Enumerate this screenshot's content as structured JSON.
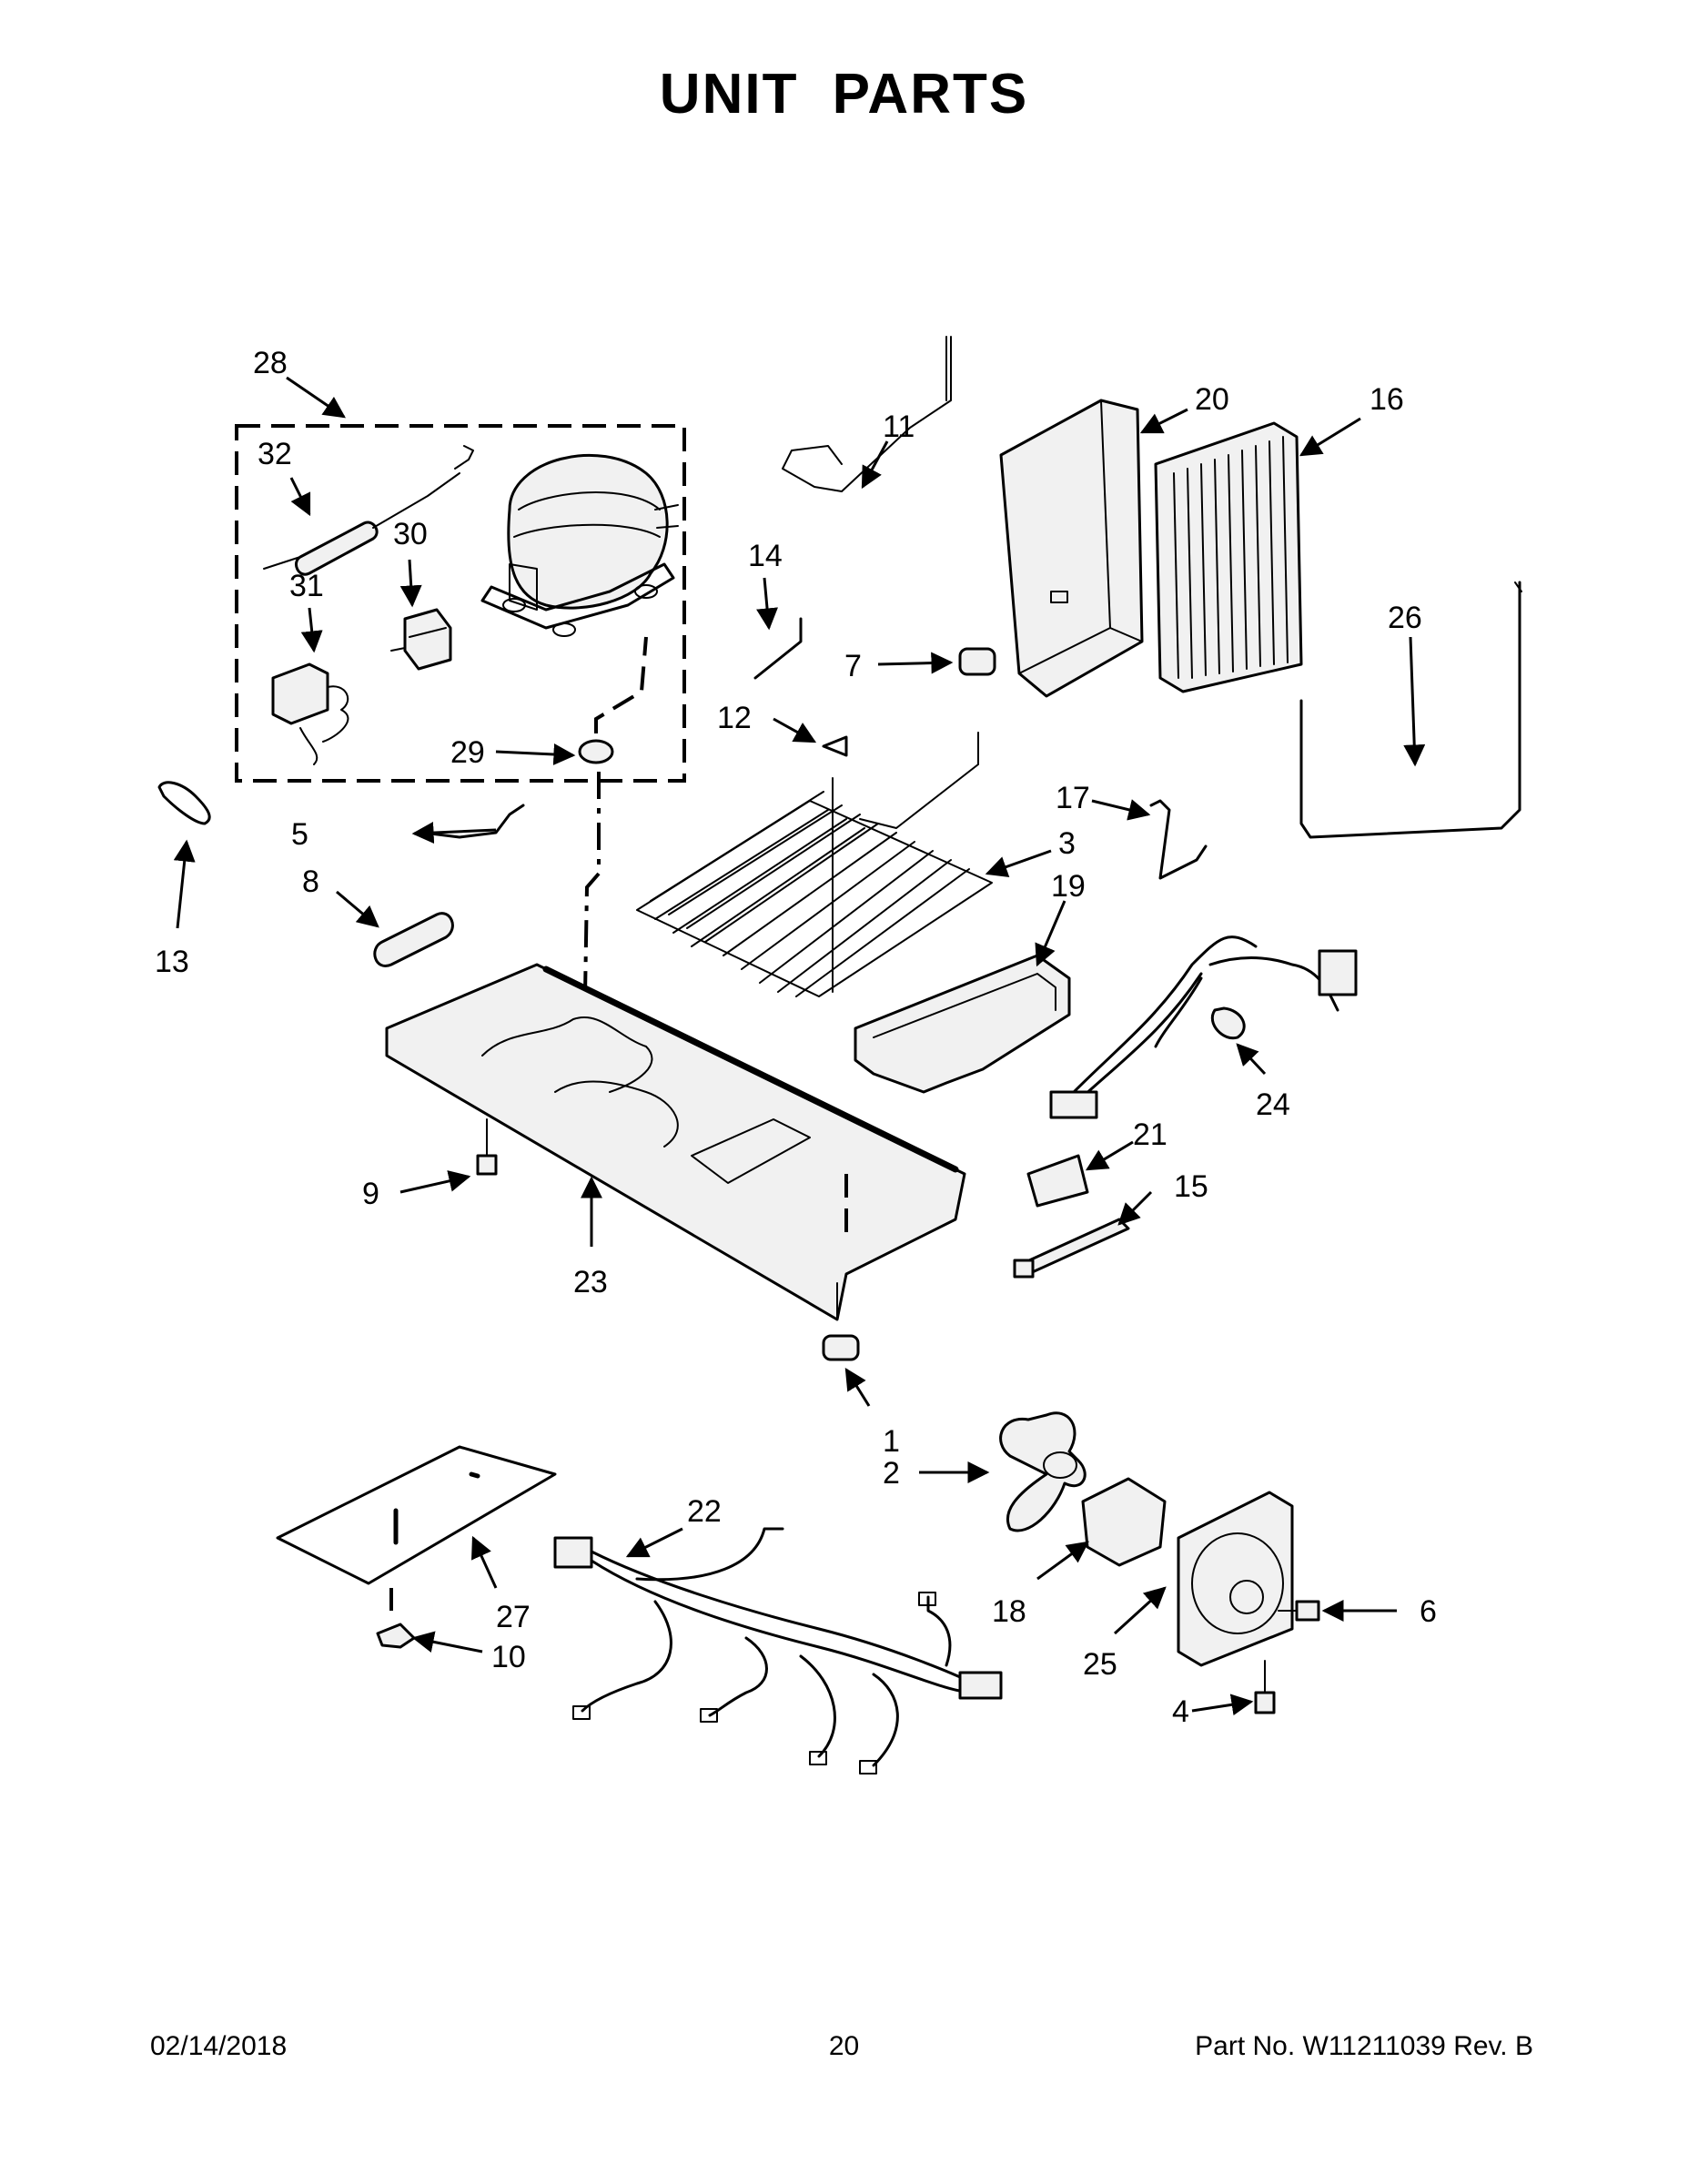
{
  "title": "UNIT PARTS",
  "footer": {
    "date": "02/14/2018",
    "page": "20",
    "part_number": "Part No.  W11211039  Rev.  B"
  },
  "callouts": {
    "c1": "1",
    "c2": "2",
    "c3": "3",
    "c4": "4",
    "c5": "5",
    "c6": "6",
    "c7": "7",
    "c8": "8",
    "c9": "9",
    "c10": "10",
    "c11": "11",
    "c12": "12",
    "c13": "13",
    "c14": "14",
    "c15": "15",
    "c16": "16",
    "c17": "17",
    "c18": "18",
    "c19": "19",
    "c20": "20",
    "c21": "21",
    "c22": "22",
    "c23": "23",
    "c24": "24",
    "c25": "25",
    "c26": "26",
    "c27": "27",
    "c28": "28",
    "c29": "29",
    "c30": "30",
    "c31": "31",
    "c32": "32"
  }
}
